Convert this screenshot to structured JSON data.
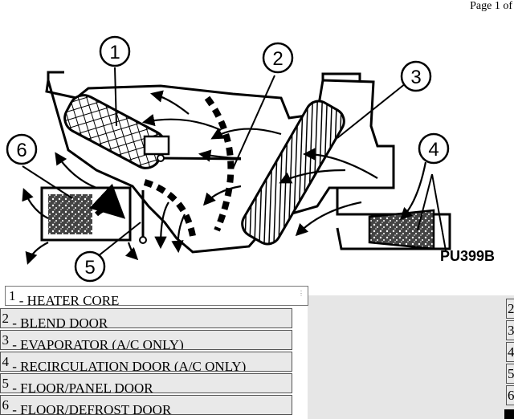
{
  "header": {
    "page_label": "Page 1 of"
  },
  "figure": {
    "code": "PU399B",
    "callouts": [
      "1",
      "2",
      "3",
      "4",
      "5",
      "6"
    ]
  },
  "legend": {
    "items": [
      {
        "num": "1",
        "text": " - HEATER CORE"
      },
      {
        "num": "2",
        "text": " - BLEND DOOR"
      },
      {
        "num": "3",
        "text": " - EVAPORATOR (A/C ONLY)"
      },
      {
        "num": "4",
        "text": " - RECIRCULATION DOOR (A/C ONLY)"
      },
      {
        "num": "5",
        "text": " - FLOOR/PANEL DOOR"
      },
      {
        "num": "6",
        "text": " - FLOOR/DEFROST DOOR"
      }
    ],
    "right_column": [
      "2",
      "3",
      "4",
      "5",
      "6"
    ]
  },
  "colors": {
    "row_bg": "#e9e9e9",
    "row_border": "#555555",
    "page_bg": "#ffffff"
  }
}
